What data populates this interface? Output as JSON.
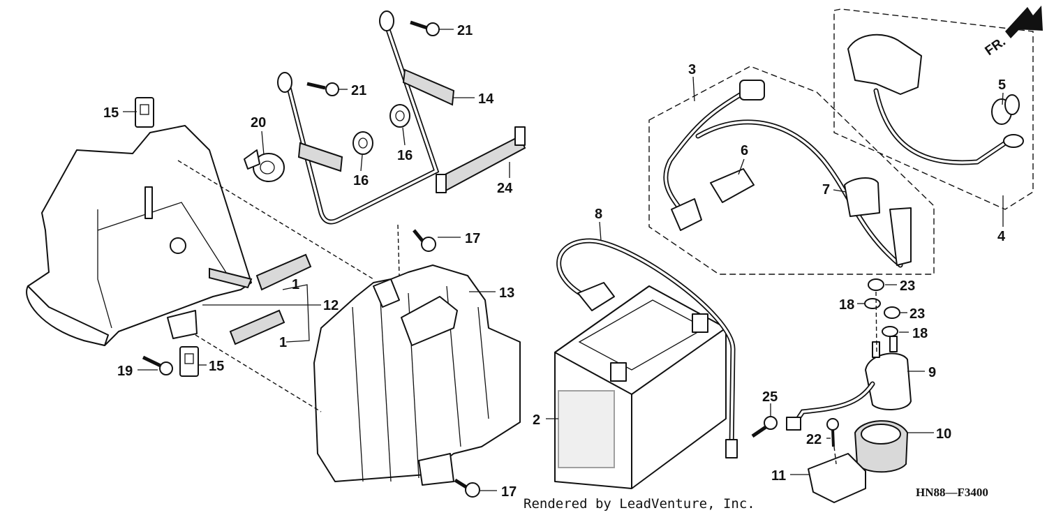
{
  "diagram": {
    "callouts": [
      "1",
      "1",
      "2",
      "3",
      "4",
      "5",
      "6",
      "7",
      "8",
      "9",
      "10",
      "11",
      "12",
      "13",
      "14",
      "15",
      "15",
      "16",
      "16",
      "17",
      "17",
      "18",
      "18",
      "19",
      "20",
      "21",
      "21",
      "22",
      "23",
      "23",
      "24",
      "25"
    ],
    "arrow_label": "FR.",
    "drawing_code": "HN88—F3400",
    "credit": "Rendered by LeadVenture, Inc."
  }
}
